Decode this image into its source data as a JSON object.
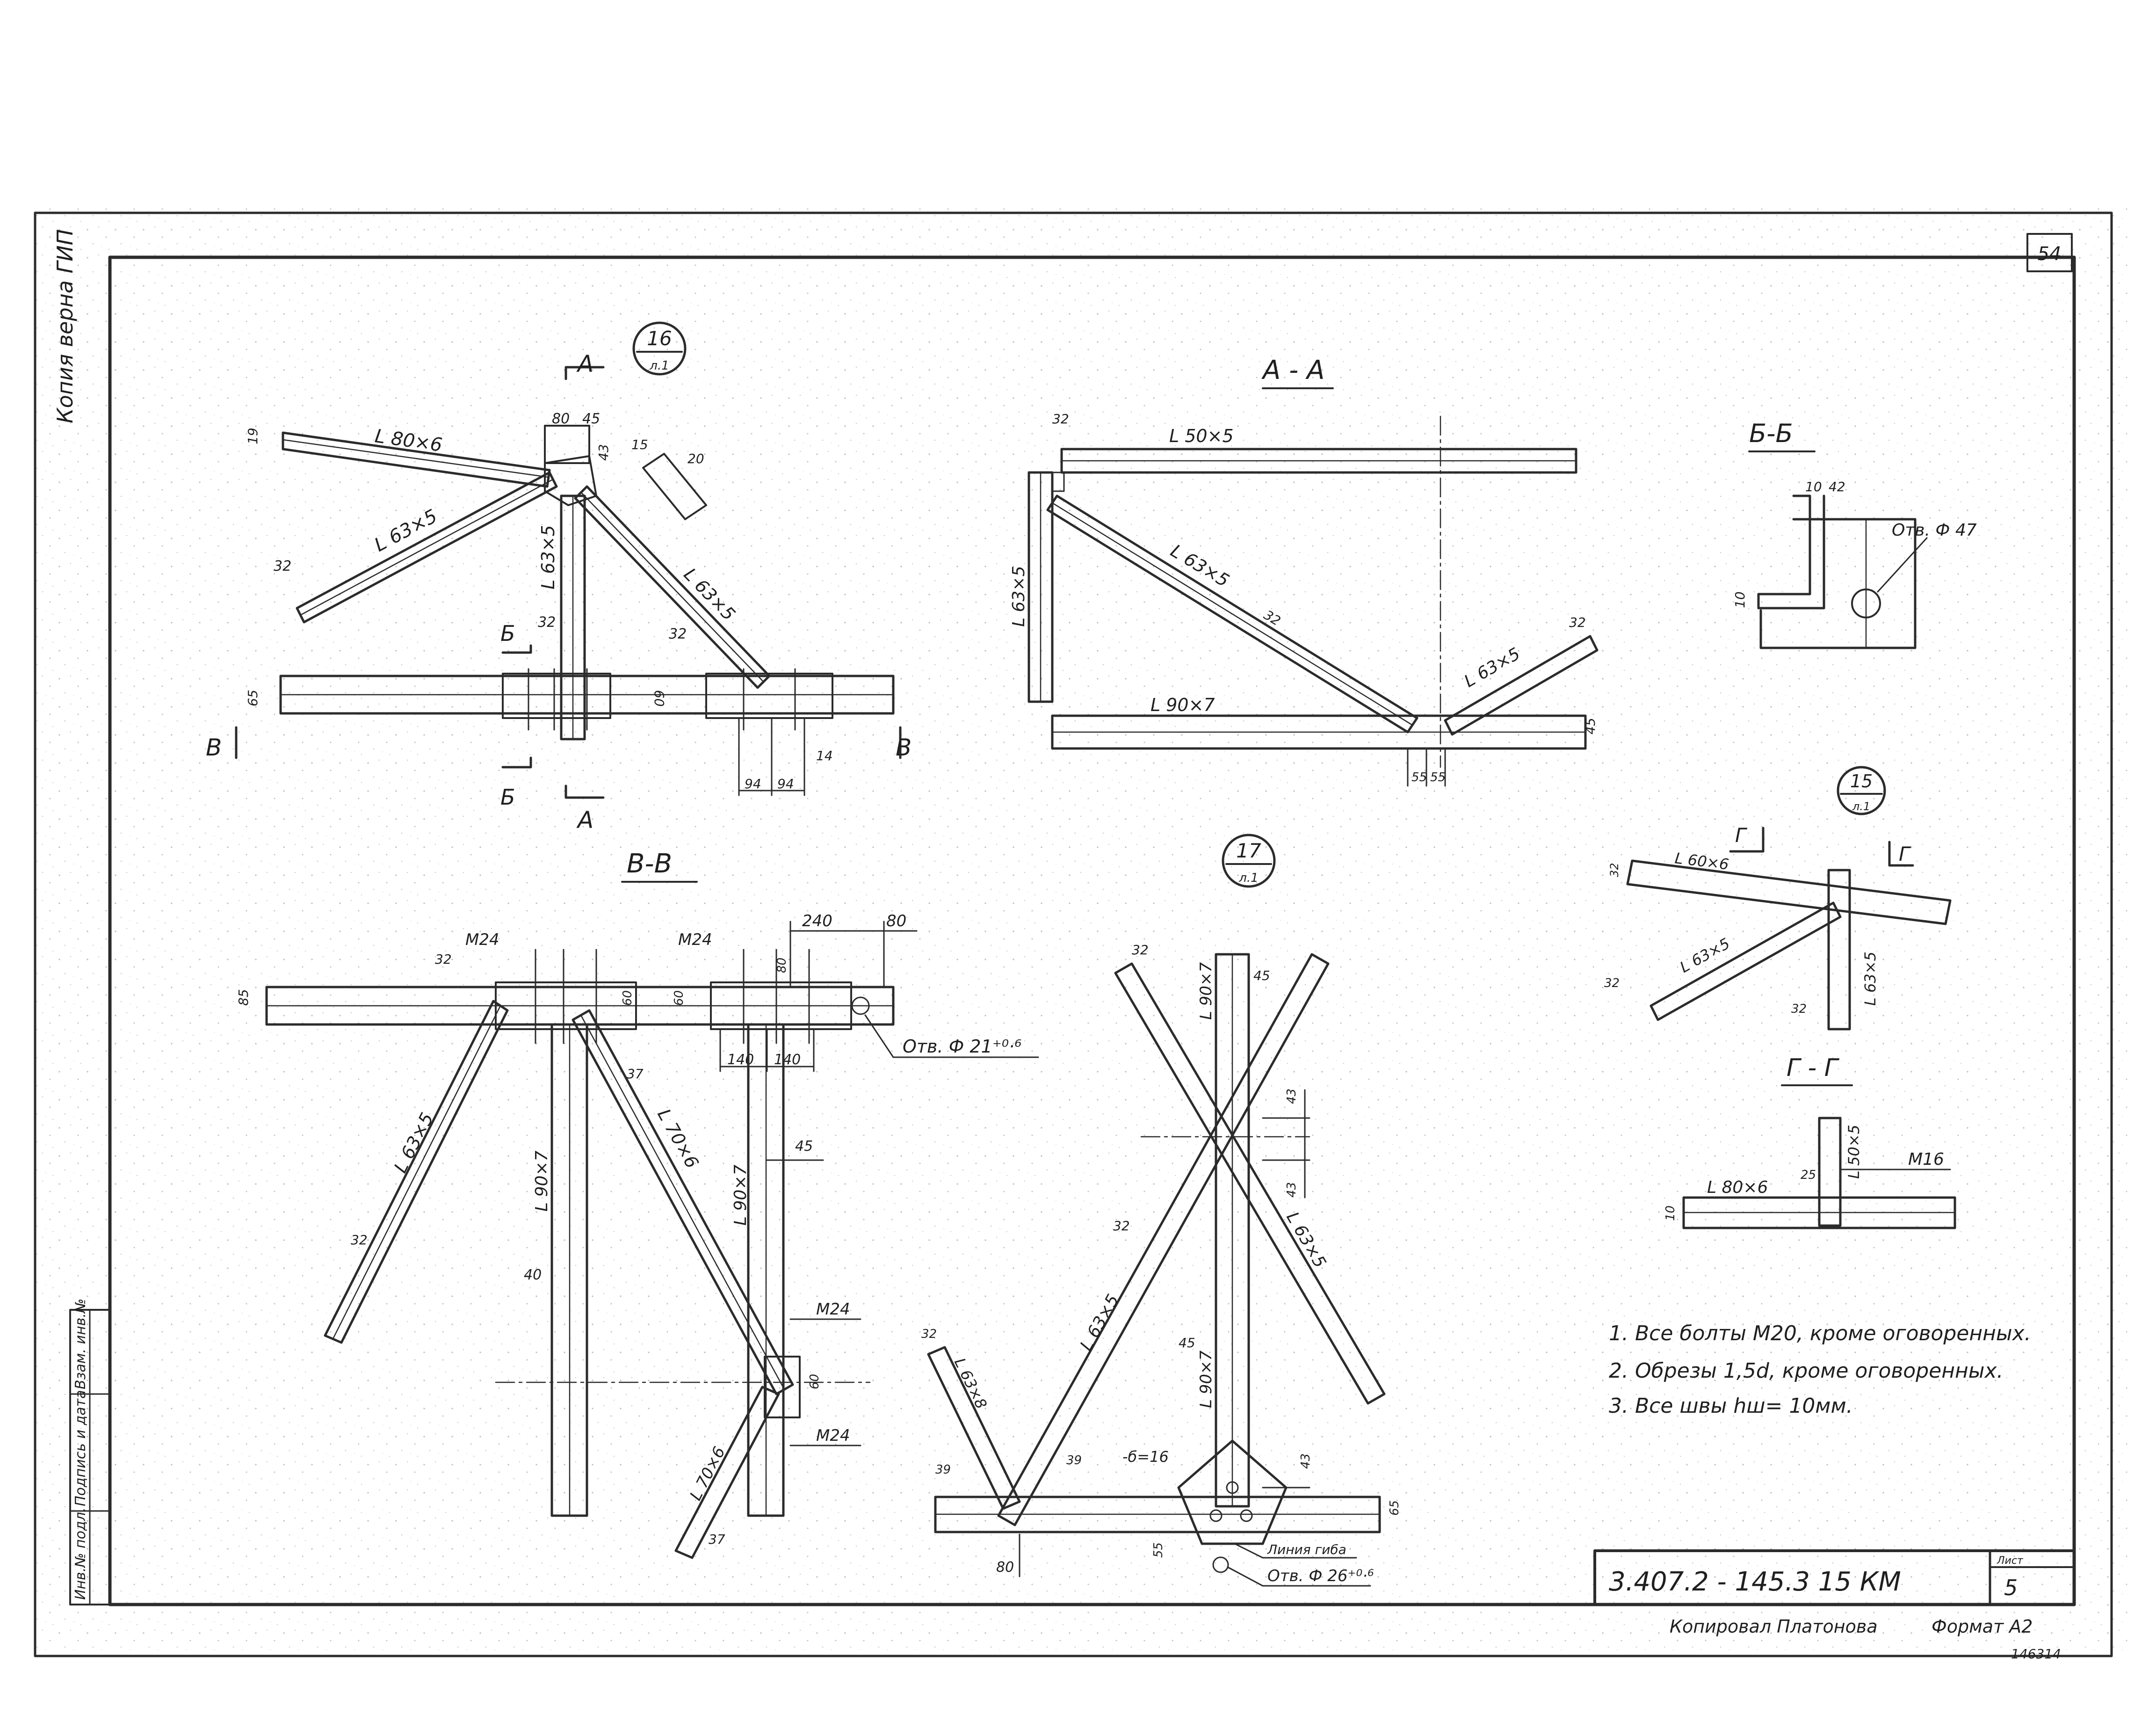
{
  "sheet": {
    "page_number": "54",
    "designation": "3.407.2 - 145.3  15 КМ",
    "sheet_label": "Лист",
    "sheet_number": "5",
    "copied_by": "Копировал  Платонова",
    "format": "Формат  А2",
    "archive_number": "146314",
    "stamp": "Копия верна ГИП",
    "side_columns": [
      "Инв.№ подл.",
      "Подпись и дата",
      "Взам. инв.№"
    ]
  },
  "notes": [
    "1. Все болты М20, кроме оговоренных.",
    "2. Обрезы  1,5d, кроме оговоренных.",
    "3. Все  швы hш= 10мм."
  ],
  "views": {
    "node16": {
      "callout_top": "16",
      "callout_bottom": "л.1",
      "labels": {
        "angle_top": "L 80×6",
        "brace_left": "L 63×5",
        "post": "L 63×5",
        "brace_right": "L 63×5",
        "dim_80": "80",
        "dim_45": "45",
        "dim_43": "43",
        "dim_15": "15",
        "dim_20": "20",
        "dim_32a": "32",
        "dim_32b": "32",
        "dim_32c": "32",
        "dim_65": "65",
        "dim_60": "60",
        "dim_94a": "94",
        "dim_94b": "94",
        "dim_14": "14",
        "dim_19": "19",
        "sec_A_top": "А",
        "sec_A_bot": "А",
        "sec_B_top": "Б",
        "sec_B_bot": "Б",
        "sec_V_left": "В",
        "sec_V_right": "В"
      }
    },
    "AA": {
      "title": "А - А",
      "labels": {
        "top": "L 50×5",
        "diag": "L 63×5",
        "left": "L 63×5",
        "bottom": "L 90×7",
        "right": "L 63×5",
        "dim_32a": "32",
        "dim_32b": "32",
        "dim_32c": "32",
        "dim_55a": "55",
        "dim_55b": "55",
        "dim_45": "45"
      }
    },
    "BB": {
      "title": "Б-Б",
      "labels": {
        "dim_10": "10",
        "dim_42": "42",
        "dim_10b": "10",
        "hole": "Отв. Ф 47"
      }
    },
    "VV": {
      "title": "В-В",
      "labels": {
        "bolt1": "М24",
        "bolt2": "М24",
        "bolt3": "М24",
        "bolt4": "М24",
        "brace_left": "L 63×5",
        "post_left": "L 90×7",
        "brace_mid": "L 70×6",
        "post_right": "L 90×7",
        "brace_low": "L 70×6",
        "dim_240": "240",
        "dim_80": "80",
        "dim_80b": "80",
        "dim_140a": "140",
        "dim_140b": "140",
        "dim_45": "45",
        "dim_40": "40",
        "dim_37a": "37",
        "dim_37b": "37",
        "dim_32": "32",
        "dim_32b": "32",
        "dim_85": "85",
        "dim_60a": "60",
        "dim_60b": "60",
        "dim_60c": "60",
        "hole": "Отв. Ф 21⁺⁰·⁶"
      }
    },
    "node17": {
      "callout_top": "17",
      "callout_bottom": "л.1",
      "labels": {
        "post_top": "L 90×7",
        "brace_x": "L 63×5",
        "brace_long": "L 63×5",
        "brace_short": "L 63×8",
        "post_low": "L 90×7",
        "plate": "-б=16",
        "axis": "Линия гиба",
        "hole": "Отв. Ф 26⁺⁰·⁶",
        "dim_45a": "45",
        "dim_45b": "45",
        "dim_43a": "43",
        "dim_43b": "43",
        "dim_43c": "43",
        "dim_32a": "32",
        "dim_32b": "32",
        "dim_32c": "32",
        "dim_39a": "39",
        "dim_39b": "39",
        "dim_80": "80",
        "dim_55": "55",
        "dim_65": "65"
      }
    },
    "node15": {
      "callout_top": "15",
      "callout_bottom": "л.1",
      "labels": {
        "angle_top": "L 60×6",
        "brace": "L 63×5",
        "post": "L 63×5",
        "dim_32a": "32",
        "dim_32b": "32",
        "dim_32c": "32",
        "sec_G1": "Г",
        "sec_G2": "Г"
      }
    },
    "GG": {
      "title": "Г - Г",
      "labels": {
        "angle": "L 80×6",
        "post": "L 50×5",
        "bolt": "М16",
        "dim_25": "25",
        "dim_10": "10"
      }
    }
  }
}
